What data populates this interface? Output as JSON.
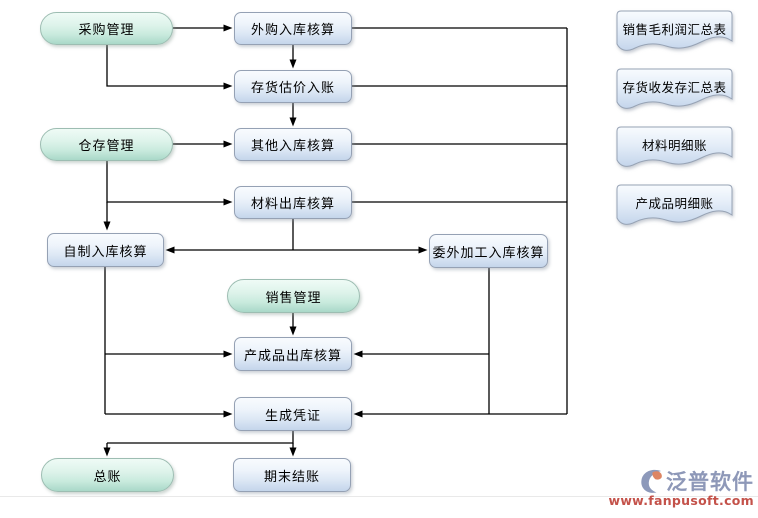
{
  "diagram": {
    "title_context": "inventory-accounting-flowchart",
    "pills": [
      {
        "id": "caigou",
        "label": "采购管理"
      },
      {
        "id": "cangcun",
        "label": "仓存管理"
      },
      {
        "id": "xiaoshou",
        "label": "销售管理"
      },
      {
        "id": "zongzhang",
        "label": "总账"
      }
    ],
    "processes": [
      {
        "id": "waigou",
        "label": "外购入库核算"
      },
      {
        "id": "guzhia",
        "label": "存货估价入账"
      },
      {
        "id": "qita",
        "label": "其他入库核算"
      },
      {
        "id": "cailiao-chuku",
        "label": "材料出库核算"
      },
      {
        "id": "zizhi",
        "label": "自制入库核算"
      },
      {
        "id": "weiwai",
        "label": "委外加工入库核算"
      },
      {
        "id": "chengpin-chuku",
        "label": "产成品出库核算"
      },
      {
        "id": "pingzheng",
        "label": "生成凭证"
      },
      {
        "id": "qimo",
        "label": "期末结账"
      }
    ],
    "documents": [
      {
        "id": "maoli",
        "label": "销售毛利润汇总表"
      },
      {
        "id": "shoufacun",
        "label": "存货收发存汇总表"
      },
      {
        "id": "cailiao-mingxi",
        "label": "材料明细账"
      },
      {
        "id": "chengpin-mingxi",
        "label": "产成品明细账"
      }
    ],
    "edges": [
      {
        "from": "采购管理",
        "to": "外购入库核算"
      },
      {
        "from": "采购管理",
        "to": "存货估价入账"
      },
      {
        "from": "外购入库核算",
        "to": "存货估价入账"
      },
      {
        "from": "存货估价入账",
        "to": "其他入库核算"
      },
      {
        "from": "仓存管理",
        "to": "其他入库核算"
      },
      {
        "from": "仓存管理",
        "to": "材料出库核算"
      },
      {
        "from": "仓存管理",
        "to": "自制入库核算"
      },
      {
        "from": "其他入库核算",
        "to": "材料出库核算"
      },
      {
        "from": "材料出库核算",
        "to": "自制入库核算"
      },
      {
        "from": "材料出库核算",
        "to": "委外加工入库核算"
      },
      {
        "from": "自制入库核算",
        "to": "产成品出库核算"
      },
      {
        "from": "自制入库核算",
        "to": "生成凭证"
      },
      {
        "from": "销售管理",
        "to": "产成品出库核算"
      },
      {
        "from": "委外加工入库核算",
        "to": "产成品出库核算"
      },
      {
        "from": "委外加工入库核算",
        "to": "生成凭证"
      },
      {
        "from": "外购入库核算|存货估价入账|其他入库核算|材料出库核算",
        "to": "生成凭证"
      },
      {
        "from": "生成凭证",
        "to": "总账"
      },
      {
        "from": "生成凭证",
        "to": "期末结账"
      }
    ]
  },
  "branding": {
    "logo_text": "泛普软件",
    "website": "www.fanpusoft.com"
  },
  "colors": {
    "process_fill_bottom": "#c4d5eb",
    "process_border": "#95a1b4",
    "pill_fill_bottom": "#a9d8c8",
    "pill_border": "#9dbdb2",
    "connector": "#000000",
    "logo_text": "#8e98b8",
    "website": "#c4524a"
  }
}
